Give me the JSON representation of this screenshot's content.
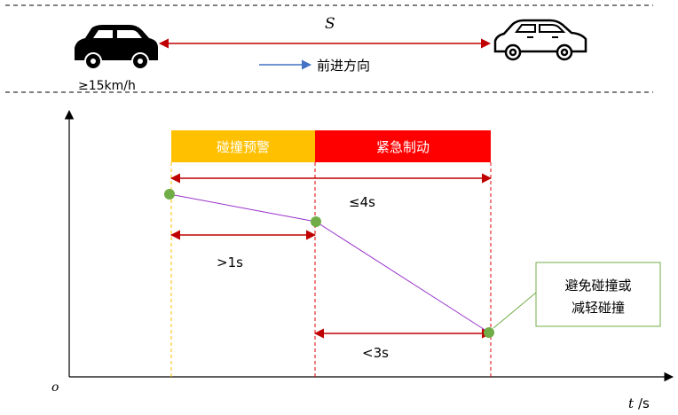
{
  "top_scene": {
    "distance_label": "S",
    "speed_label": "≥15km/h",
    "direction_label": "前进方向"
  },
  "phases": {
    "warning_label": "碰撞预警",
    "braking_label": "紧急制动",
    "warning_color": "#FFC000",
    "braking_color": "#FF0000"
  },
  "intervals": {
    "total_label": "≤4s",
    "warning_label": ">1s",
    "braking_label": "<3s"
  },
  "callout": {
    "line1": "避免碰撞或",
    "line2": "减轻碰撞"
  },
  "axes": {
    "origin_label": "o",
    "x_label_var": "t",
    "x_label_unit": "/s"
  },
  "watermark": "",
  "colors": {
    "arrow_red": "#C00000",
    "direction_arrow": "#4472C4",
    "curve": "#9933CC",
    "point": "#70AD47",
    "guide_yellow": "#FFC000",
    "guide_red": "#E00000",
    "callout_border": "#70AD47"
  },
  "icons": [
    "car-left-icon",
    "car-right-icon"
  ]
}
